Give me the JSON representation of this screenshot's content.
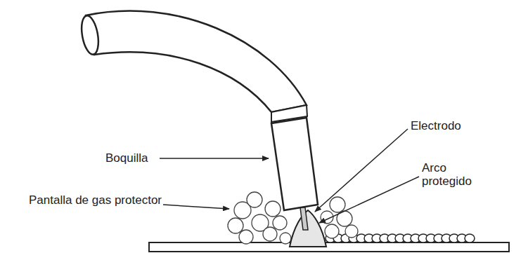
{
  "diagram": {
    "labels": [
      "Boquilla",
      "Electrodo",
      "Pantalla de gas protector",
      "Arco protegido"
    ]
  }
}
